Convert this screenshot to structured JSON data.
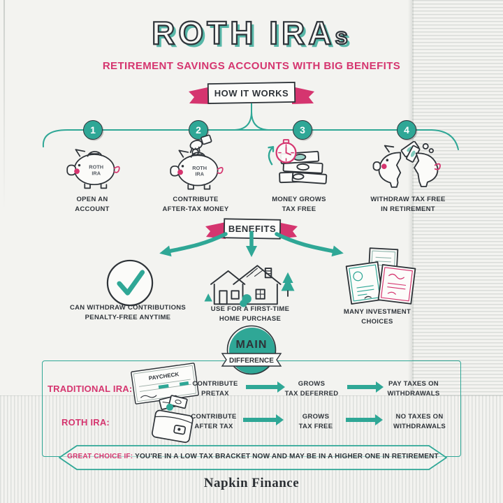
{
  "colors": {
    "teal": "#2FA796",
    "pink": "#D5356F",
    "ink": "#2E3338"
  },
  "header": {
    "title": "ROTH IRA",
    "title_suffix": "s",
    "subtitle": "RETIREMENT SAVINGS ACCOUNTS WITH BIG BENEFITS"
  },
  "how_it_works": {
    "banner": "HOW IT WORKS",
    "piggy_line1": "ROTH",
    "piggy_line2": "IRA",
    "steps": [
      {
        "number": "1",
        "icon": "piggy-bank-icon",
        "label": "OPEN AN\nACCOUNT"
      },
      {
        "number": "2",
        "icon": "piggy-bank-deposit-icon",
        "label": "CONTRIBUTE\nAFTER-TAX MONEY"
      },
      {
        "number": "3",
        "icon": "money-stack-stopwatch-icon",
        "label": "MONEY GROWS\nTAX FREE"
      },
      {
        "number": "4",
        "icon": "broken-piggy-bank-icon",
        "label": "WITHDRAW TAX FREE\nIN RETIREMENT"
      }
    ]
  },
  "benefits": {
    "banner": "BENEFITS",
    "items": [
      {
        "icon": "checkmark-circle-icon",
        "label": "CAN WITHDRAW CONTRIBUTIONS\nPENALTY-FREE ANYTIME"
      },
      {
        "icon": "house-icon",
        "label": "USE FOR A FIRST-TIME\nHOME PURCHASE"
      },
      {
        "icon": "certificates-icon",
        "label": "MANY INVESTMENT\nCHOICES"
      }
    ]
  },
  "main_difference": {
    "badge_top": "MAIN",
    "badge_ribbon": "DIFFERENCE",
    "rows": [
      {
        "label": "TRADITIONAL IRA:",
        "icon": "paycheck-icon",
        "icon_text": "PAYCHECK",
        "col1": "CONTRIBUTE\nPRETAX",
        "col2": "GROWS\nTAX DEFERRED",
        "col3": "PAY TAXES ON\nWITHDRAWALS"
      },
      {
        "label": "ROTH IRA:",
        "icon": "wallet-icon",
        "col1": "CONTRIBUTE\nAFTER TAX",
        "col2": "GROWS\nTAX FREE",
        "col3": "NO TAXES ON\nWITHDRAWALS"
      }
    ],
    "great_choice": {
      "label": "GREAT CHOICE IF:",
      "text": "YOU'RE IN A LOW TAX BRACKET NOW AND MAY BE IN A HIGHER ONE IN RETIREMENT"
    }
  },
  "footer": {
    "brand": "Napkin Finance"
  }
}
